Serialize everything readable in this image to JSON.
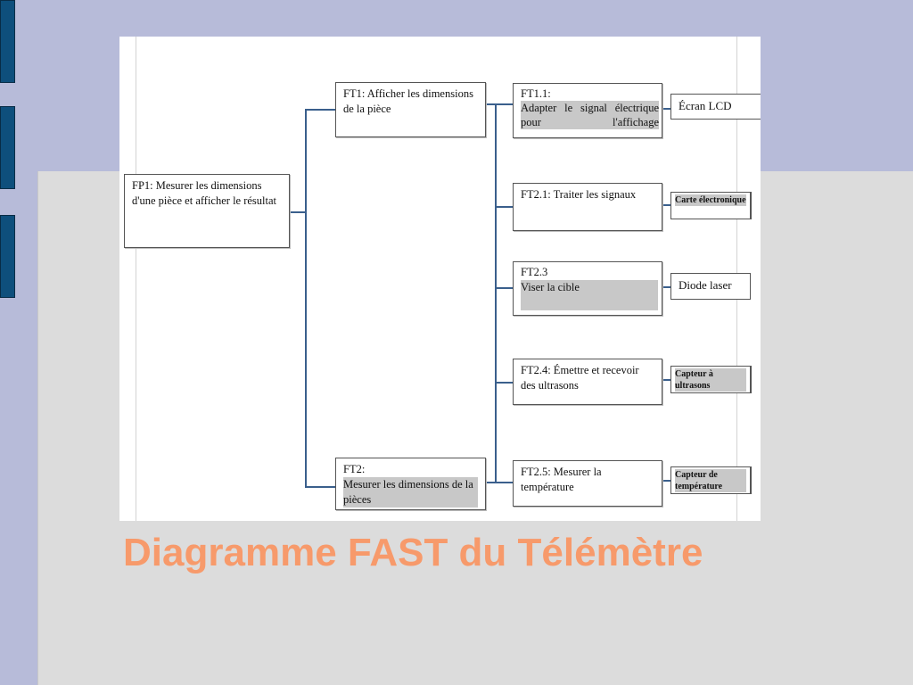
{
  "slide": {
    "title": "Diagramme FAST du Télémètre"
  },
  "diagram": {
    "fp1": "FP1: Mesurer les dimensions d'une pièce et afficher le résultat",
    "ft1": "FT1: Afficher les dimensions de la pièce",
    "ft2": {
      "code": "FT2:",
      "text": "Mesurer les dimensions de la pièces"
    },
    "ft11": {
      "code": "FT1.1:",
      "text": "Adapter le signal électrique pour l'affichage"
    },
    "ft21": "FT2.1: Traiter les signaux",
    "ft23": {
      "code": "FT2.3",
      "text": "Viser la cible"
    },
    "ft24": "FT2.4: Émettre et recevoir des ultrasons",
    "ft25": "FT2.5: Mesurer la température",
    "solutions": {
      "ecran": "Écran LCD",
      "carte": "Carte électronique",
      "diode": "Diode laser",
      "capteur_us": "Capteur à ultrasons",
      "capteur_temp": "Capteur de température"
    }
  },
  "colors": {
    "background": "#b7bbd9",
    "panel": "#dcdcdc",
    "tabs": "#0e4f7c",
    "title": "#f79a6b",
    "connector": "#3a5f8c"
  }
}
